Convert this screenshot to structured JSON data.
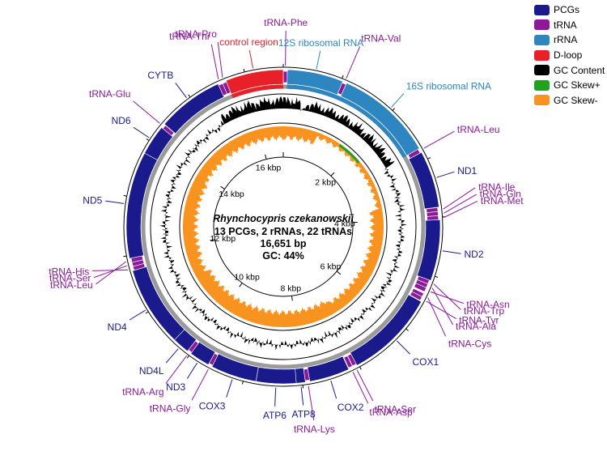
{
  "species": "Rhynchocypris czekanowskii",
  "summary": "13 PCGs, 2 rRNAs, 22 tRNAs",
  "length": "16,651 bp",
  "gc": "GC: 44%",
  "total_bp": 16651,
  "colors": {
    "pcg": "#1a1a8c",
    "trna": "#8b1a99",
    "rrna": "#2e86c1",
    "dloop": "#e8202a",
    "gc_content": "#000000",
    "gc_skew_plus": "#1ea31e",
    "gc_skew_minus": "#f7931e",
    "backbone": "#9a9a9a"
  },
  "legend": [
    {
      "label": "PCGs",
      "color": "#1a1a8c"
    },
    {
      "label": "tRNA",
      "color": "#8b1a99"
    },
    {
      "label": "rRNA",
      "color": "#2e86c1"
    },
    {
      "label": "D-loop",
      "color": "#e8202a"
    },
    {
      "label": "GC Content",
      "color": "#000000"
    },
    {
      "label": "GC Skew+",
      "color": "#1ea31e"
    },
    {
      "label": "GC Skew-",
      "color": "#f7931e"
    }
  ],
  "ticks": [
    "2 kbp",
    "4 kbp",
    "6 kbp",
    "8 kbp",
    "10 kbp",
    "12 kbp",
    "14 kbp",
    "16 kbp"
  ],
  "features": [
    {
      "name": "tRNA-Phe",
      "type": "trna",
      "start": 0,
      "end": 70
    },
    {
      "name": "12S ribosomal RNA",
      "type": "rrna",
      "start": 70,
      "end": 1030
    },
    {
      "name": "tRNA-Val",
      "type": "trna",
      "start": 1030,
      "end": 1100
    },
    {
      "name": "16S ribosomal RNA",
      "type": "rrna",
      "start": 1100,
      "end": 2780
    },
    {
      "name": "tRNA-Leu",
      "type": "trna",
      "start": 2780,
      "end": 2855
    },
    {
      "name": "ND1",
      "type": "pcg",
      "start": 2855,
      "end": 3830
    },
    {
      "name": "tRNA-Ile",
      "type": "trna",
      "start": 3835,
      "end": 3905
    },
    {
      "name": "tRNA-Gln",
      "type": "trna",
      "start": 3905,
      "end": 3975
    },
    {
      "name": "tRNA-Met",
      "type": "trna",
      "start": 3975,
      "end": 4045
    },
    {
      "name": "ND2",
      "type": "pcg",
      "start": 4045,
      "end": 5090
    },
    {
      "name": "tRNA-Trp",
      "type": "trna",
      "start": 5090,
      "end": 5160
    },
    {
      "name": "tRNA-Ala",
      "type": "trna",
      "start": 5160,
      "end": 5230
    },
    {
      "name": "tRNA-Asn",
      "type": "trna",
      "start": 5230,
      "end": 5305
    },
    {
      "name": "tRNA-Cys",
      "type": "trna",
      "start": 5335,
      "end": 5400
    },
    {
      "name": "tRNA-Tyr",
      "type": "trna",
      "start": 5400,
      "end": 5470
    },
    {
      "name": "COX1",
      "type": "pcg",
      "start": 5480,
      "end": 7030
    },
    {
      "name": "tRNA-Ser",
      "type": "trna",
      "start": 7030,
      "end": 7100
    },
    {
      "name": "tRNA-Asp",
      "type": "trna",
      "start": 7105,
      "end": 7175
    },
    {
      "name": "COX2",
      "type": "pcg",
      "start": 7185,
      "end": 7875
    },
    {
      "name": "tRNA-Lys",
      "type": "trna",
      "start": 7875,
      "end": 7950
    },
    {
      "name": "ATP8",
      "type": "pcg",
      "start": 7950,
      "end": 8115
    },
    {
      "name": "ATP6",
      "type": "pcg",
      "start": 8105,
      "end": 8790
    },
    {
      "name": "COX3",
      "type": "pcg",
      "start": 8790,
      "end": 9575
    },
    {
      "name": "tRNA-Gly",
      "type": "trna",
      "start": 9575,
      "end": 9645
    },
    {
      "name": "ND3",
      "type": "pcg",
      "start": 9645,
      "end": 9995
    },
    {
      "name": "tRNA-Arg",
      "type": "trna",
      "start": 9995,
      "end": 10065
    },
    {
      "name": "ND4L",
      "type": "pcg",
      "start": 10065,
      "end": 10360
    },
    {
      "name": "ND4",
      "type": "pcg",
      "start": 10355,
      "end": 11735
    },
    {
      "name": "tRNA-His",
      "type": "trna",
      "start": 11735,
      "end": 11805
    },
    {
      "name": "tRNA-Ser",
      "type": "trna",
      "start": 11805,
      "end": 11875
    },
    {
      "name": "tRNA-Leu",
      "type": "trna",
      "start": 11875,
      "end": 11950
    },
    {
      "name": "ND5",
      "type": "pcg",
      "start": 11950,
      "end": 13785
    },
    {
      "name": "ND6",
      "type": "pcg",
      "start": 13780,
      "end": 14300
    },
    {
      "name": "tRNA-Glu",
      "type": "trna",
      "start": 14300,
      "end": 14370
    },
    {
      "name": "CYTB",
      "type": "pcg",
      "start": 14375,
      "end": 15515
    },
    {
      "name": "tRNA-Thr",
      "type": "trna",
      "start": 15515,
      "end": 15590
    },
    {
      "name": "tRNA-Pro",
      "type": "trna",
      "start": 15590,
      "end": 15660
    },
    {
      "name": "control region",
      "type": "dloop",
      "start": 15660,
      "end": 16651
    }
  ],
  "labels": [
    {
      "text": "tRNA-Phe",
      "type": "trna",
      "pos": 35
    },
    {
      "text": "12S ribosomal RNA",
      "type": "rrna",
      "pos": 550
    },
    {
      "text": "tRNA-Val",
      "type": "trna",
      "pos": 1065
    },
    {
      "text": "16S ribosomal RNA",
      "type": "rrna",
      "pos": 1950
    },
    {
      "text": "tRNA-Leu",
      "type": "trna",
      "pos": 2815
    },
    {
      "text": "ND1",
      "type": "pcg",
      "pos": 3340
    },
    {
      "text": "tRNA-Ile",
      "type": "trna",
      "pos": 3870
    },
    {
      "text": "tRNA-Gln",
      "type": "trna",
      "pos": 3940
    },
    {
      "text": "tRNA-Met",
      "type": "trna",
      "pos": 4010
    },
    {
      "text": "ND2",
      "type": "pcg",
      "pos": 4560
    },
    {
      "text": "tRNA-Trp",
      "type": "trna",
      "pos": 5125
    },
    {
      "text": "tRNA-Ala",
      "type": "trna",
      "pos": 5195
    },
    {
      "text": "tRNA-Asn",
      "type": "trna",
      "pos": 5265
    },
    {
      "text": "tRNA-Cys",
      "type": "trna",
      "pos": 5370
    },
    {
      "text": "tRNA-Tyr",
      "type": "trna",
      "pos": 5435
    },
    {
      "text": "COX1",
      "type": "pcg",
      "pos": 6250
    },
    {
      "text": "tRNA-Ser",
      "type": "trna",
      "pos": 7065
    },
    {
      "text": "tRNA-Asp",
      "type": "trna",
      "pos": 7140
    },
    {
      "text": "COX2",
      "type": "pcg",
      "pos": 7530
    },
    {
      "text": "tRNA-Lys",
      "type": "trna",
      "pos": 7910
    },
    {
      "text": "ATP8",
      "type": "pcg",
      "pos": 8030
    },
    {
      "text": "ATP6",
      "type": "pcg",
      "pos": 8450
    },
    {
      "text": "COX3",
      "type": "pcg",
      "pos": 9180
    },
    {
      "text": "tRNA-Gly",
      "type": "trna",
      "pos": 9610
    },
    {
      "text": "ND3",
      "type": "pcg",
      "pos": 9820
    },
    {
      "text": "tRNA-Arg",
      "type": "trna",
      "pos": 10030
    },
    {
      "text": "ND4L",
      "type": "pcg",
      "pos": 10210
    },
    {
      "text": "ND4",
      "type": "pcg",
      "pos": 11045
    },
    {
      "text": "tRNA-His",
      "type": "trna",
      "pos": 11770
    },
    {
      "text": "tRNA-Ser",
      "type": "trna",
      "pos": 11840
    },
    {
      "text": "tRNA-Leu",
      "type": "trna",
      "pos": 11910
    },
    {
      "text": "ND5",
      "type": "pcg",
      "pos": 12870
    },
    {
      "text": "ND6",
      "type": "pcg",
      "pos": 14040
    },
    {
      "text": "tRNA-Glu",
      "type": "trna",
      "pos": 14335
    },
    {
      "text": "CYTB",
      "type": "pcg",
      "pos": 14945
    },
    {
      "text": "tRNA-Thr",
      "type": "trna",
      "pos": 15552
    },
    {
      "text": "tRNA-Pro",
      "type": "trna",
      "pos": 15625
    },
    {
      "text": "control region",
      "type": "dloop",
      "pos": 16150
    }
  ]
}
